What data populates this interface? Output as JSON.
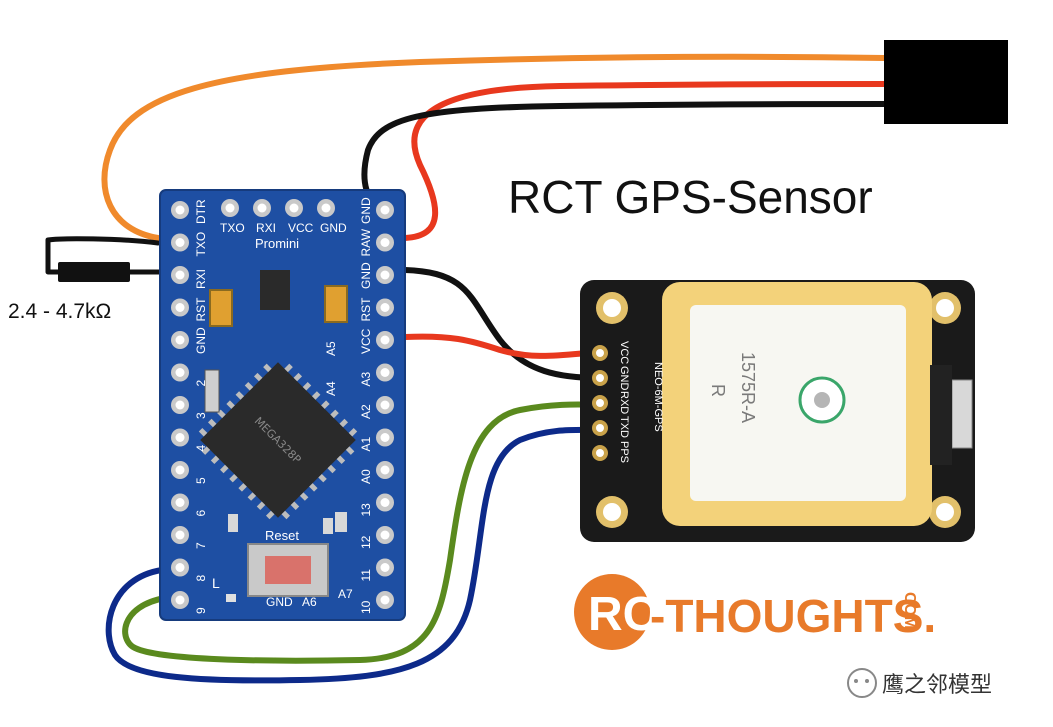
{
  "title": "RCT GPS-Sensor",
  "resistor_label": "2.4 - 4.7kΩ",
  "arduino": {
    "model": "Promini",
    "chip_text": "MEGA328P",
    "reset_label": "Reset",
    "led_label": "L",
    "top_pins": [
      "TXO",
      "RXI",
      "VCC",
      "GND"
    ],
    "left_labels": [
      "DTR",
      "TXO",
      "RXI",
      "RST",
      "GND",
      "2",
      "3",
      "4",
      "5",
      "6",
      "7",
      "8",
      "9"
    ],
    "right_labels": [
      "GND",
      "RAW",
      "GND",
      "RST",
      "VCC",
      "A3",
      "A2",
      "A1",
      "A0",
      "13",
      "12",
      "11",
      "10"
    ],
    "inner_labels": [
      "A5",
      "A4"
    ],
    "bottom_labels": [
      "GND",
      "A6",
      "A7"
    ]
  },
  "gps": {
    "pin_labels": [
      "VCC",
      "GND",
      "RXD",
      "TXD",
      "PPS"
    ],
    "model_label": "NEO-6M-GPS",
    "antenna_text": "1575R-A",
    "antenna_sub": "R"
  },
  "logo": {
    "left": "RC",
    "right": "-THOUGHTS.",
    "suffix": "COM"
  },
  "watermark": "鹰之邻模型",
  "colors": {
    "orange": "#f08a2c",
    "red": "#e8381e",
    "black": "#111111",
    "green": "#5a8a1e",
    "blue": "#0d2a8a",
    "pcb_blue": "#1e4fa3",
    "gps_gold": "#f3d27a",
    "logo_orange": "#e87a2a"
  }
}
